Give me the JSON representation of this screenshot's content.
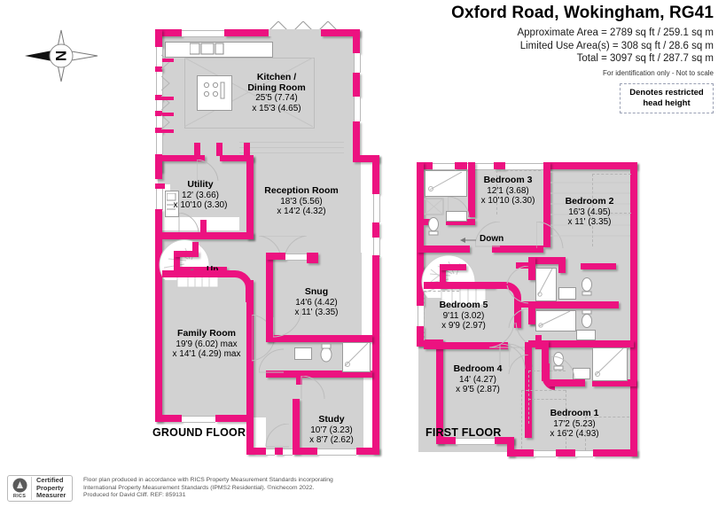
{
  "header": {
    "title": "Oxford Road, Wokingham, RG41",
    "approximate_area": "Approximate Area = 2789 sq ft / 259.1 sq m",
    "limited_use_area": "Limited Use Area(s) = 308 sq ft / 28.6 sq m",
    "total_area": "Total = 3097 sq ft / 287.7 sq m",
    "disclaimer": "For identification only - Not to scale",
    "legend_line1": "Denotes restricted",
    "legend_line2": "head height"
  },
  "compass": {
    "north_letter": "N"
  },
  "floors": {
    "ground": {
      "label": "GROUND FLOOR",
      "stair_tag": "Up",
      "rooms": [
        {
          "name": "Kitchen /",
          "name2": "Dining Room",
          "dim1": "25'5 (7.74)",
          "dim2": "x 15'3 (4.65)"
        },
        {
          "name": "Utility",
          "dim1": "12' (3.66)",
          "dim2": "x 10'10 (3.30)"
        },
        {
          "name": "Reception Room",
          "dim1": "18'3 (5.56)",
          "dim2": "x 14'2 (4.32)"
        },
        {
          "name": "Snug",
          "dim1": "14'6 (4.42)",
          "dim2": "x 11' (3.35)"
        },
        {
          "name": "Family Room",
          "dim1": "19'9 (6.02) max",
          "dim2": "x 14'1 (4.29) max"
        },
        {
          "name": "Study",
          "dim1": "10'7 (3.23)",
          "dim2": "x 8'7 (2.62)"
        }
      ]
    },
    "first": {
      "label": "FIRST FLOOR",
      "stair_tag": "Down",
      "rooms": [
        {
          "name": "Bedroom 3",
          "dim1": "12'1 (3.68)",
          "dim2": "x 10'10 (3.30)"
        },
        {
          "name": "Bedroom 2",
          "dim1": "16'3 (4.95)",
          "dim2": "x 11' (3.35)"
        },
        {
          "name": "Bedroom 5",
          "dim1": "9'11 (3.02)",
          "dim2": "x 9'9 (2.97)"
        },
        {
          "name": "Bedroom 4",
          "dim1": "14' (4.27)",
          "dim2": "x 9'5 (2.87)"
        },
        {
          "name": "Bedroom 1",
          "dim1": "17'2 (5.23)",
          "dim2": "x 16'2 (4.93)"
        }
      ]
    }
  },
  "footer": {
    "cert_line1": "Certified",
    "cert_line2": "Property",
    "cert_line3": "Measurer",
    "rics_mark": "RICS",
    "legal_line1": "Floor plan produced in accordance with RICS Property Measurement Standards incorporating",
    "legal_line2": "International Property Measurement Standards (IPMS2 Residential).    ©nichecom 2022.",
    "legal_line3": "Produced for David Cliff.   REF:  859131"
  },
  "colors": {
    "wall": "#ec1280",
    "floor_fill": "#d2d2d2",
    "text": "#000000",
    "legend_dash": "#9aa0b4"
  }
}
